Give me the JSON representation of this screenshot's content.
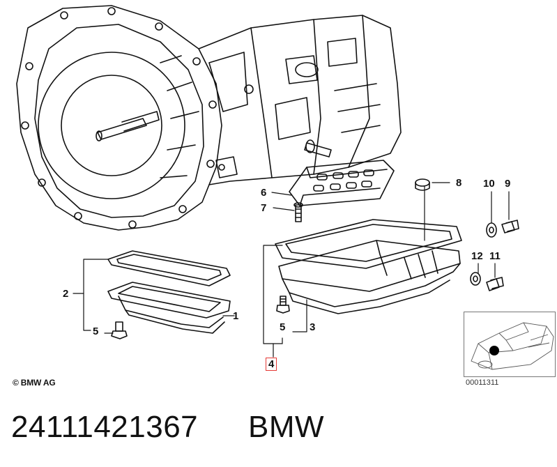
{
  "callouts": {
    "c1": "1",
    "c2": "2",
    "c3": "3",
    "c4": "4",
    "c5a": "5",
    "c5b": "5",
    "c6": "6",
    "c7": "7",
    "c8": "8",
    "c9": "9",
    "c10": "10",
    "c11": "11",
    "c12": "12"
  },
  "copyright": "© BMW AG",
  "reference_code": "00011311",
  "part_number": "24111421367",
  "brand": "BMW",
  "colors": {
    "highlight_box": "#e53935",
    "line": "#111111"
  }
}
